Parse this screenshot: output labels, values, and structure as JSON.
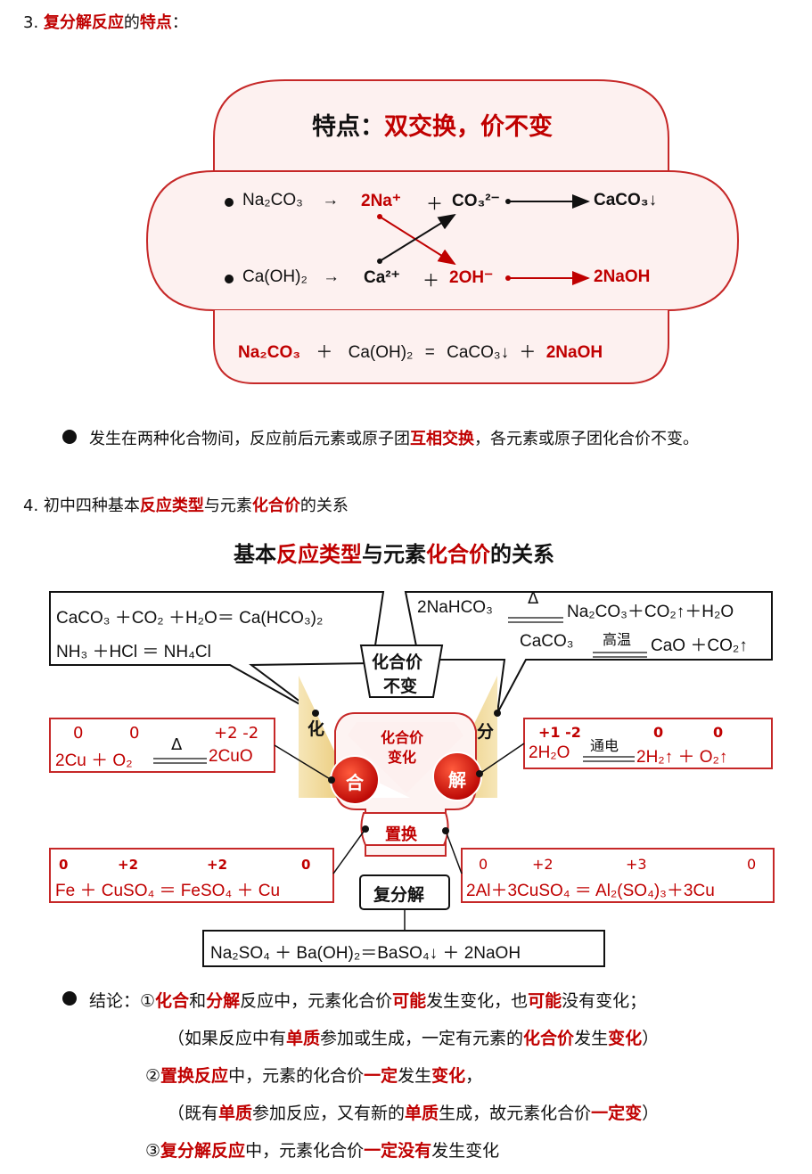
{
  "section3": {
    "num": "3.",
    "t1": "复分解反应",
    "t2": "的",
    "t3": "特点",
    "t4": "："
  },
  "feature": {
    "label": "特点：",
    "value": "双交换，价不变",
    "left1": "Na₂CO₃",
    "arrow": "→",
    "na": "2Na⁺",
    "plus": "＋",
    "co3": "CO₃²⁻",
    "caco3": "CaCO₃↓",
    "left2": "Ca(OH)₂",
    "ca": "Ca²⁺",
    "oh": "2OH⁻",
    "naoh": "2NaOH",
    "eq_a": "Na₂CO₃",
    "eq_b": "Ca(OH)₂",
    "eq_c": "CaCO₃↓",
    "eq_d": "2NaOH",
    "eq_plus": "＋",
    "eq_equals": "="
  },
  "bullet1": {
    "a": "发生在两种化合物间，反应前后元素或原子团",
    "b": "互相交换",
    "c": "，各元素或原子团化合价不变。"
  },
  "section4": {
    "a": "4.  初中四种基本",
    "b": "反应类型",
    "c": "与元素",
    "d": "化合价",
    "e": "的关系"
  },
  "diagram": {
    "title_a": "基本",
    "title_b": "反应类型",
    "title_c": "与元素",
    "title_d": "化合价",
    "title_e": "的关系",
    "unchanged_l1": "化合价",
    "unchanged_l2": "不变",
    "changed_l1": "化合价",
    "changed_l2": "变化",
    "hua": "化",
    "fen": "分",
    "he": "合",
    "jie": "解",
    "zhihuan": "置换",
    "fufenjie": "复分解",
    "eq_tl1": "CaCO₃ ＋CO₂ ＋H₂O＝ Ca(HCO₃)₂",
    "eq_tl2": "NH₃ ＋HCl ＝ NH₄Cl",
    "eq_tr1a": "2NaHCO₃",
    "eq_tr1b": "Na₂CO₃＋CO₂↑＋H₂O",
    "eq_tr1cond": "Δ",
    "eq_tr2a": "CaCO₃",
    "eq_tr2b": "CaO ＋CO₂↑",
    "eq_tr2cond": "高温",
    "eq_ml": "2Cu ＋ O₂",
    "eq_ml_r": "2CuO",
    "eq_ml_cond": "Δ",
    "ox_ml_1": "0",
    "ox_ml_2": "0",
    "ox_ml_3": "+2 -2",
    "eq_mr": "2H₂O",
    "eq_mr_r": "2H₂↑ ＋ O₂↑",
    "eq_mr_cond": "通电",
    "ox_mr_1": "+1 -2",
    "ox_mr_2": "0",
    "ox_mr_3": "0",
    "eq_bl": "Fe ＋ CuSO₄ ＝ FeSO₄ ＋ Cu",
    "ox_bl_1": "0",
    "ox_bl_2": "+2",
    "ox_bl_3": "+2",
    "ox_bl_4": "0",
    "eq_br": "2Al＋3CuSO₄ ＝ Al₂(SO₄)₃＋3Cu",
    "ox_br_1": "0",
    "ox_br_2": "+2",
    "ox_br_3": "+3",
    "ox_br_4": "0",
    "eq_bottom": "Na₂SO₄ ＋ Ba(OH)₂＝BaSO₄↓ ＋ 2NaOH"
  },
  "conclusion": {
    "l1a": "结论：①",
    "l1b": "化合",
    "l1c": "和",
    "l1d": "分解",
    "l1e": "反应中，元素化合价",
    "l1f": "可能",
    "l1g": "发生变化，也",
    "l1h": "可能",
    "l1i": "没有变化；",
    "l2a": "（如果反应中有",
    "l2b": "单质",
    "l2c": "参加或生成，一定有元素的",
    "l2d": "化合价",
    "l2e": "发生",
    "l2f": "变化",
    "l2g": "）",
    "l3a": "②",
    "l3b": "置换反应",
    "l3c": "中，元素的化合价",
    "l3d": "一定",
    "l3e": "发生",
    "l3f": "变化",
    "l3g": "，",
    "l4a": "（既有",
    "l4b": "单质",
    "l4c": "参加反应，又有新的",
    "l4d": "单质",
    "l4e": "生成，故元素化合价",
    "l4f": "一定变",
    "l4g": "）",
    "l5a": "③",
    "l5b": "复分解反应",
    "l5c": "中，元素化合价",
    "l5d": "一定没有",
    "l5e": "发生变化"
  }
}
